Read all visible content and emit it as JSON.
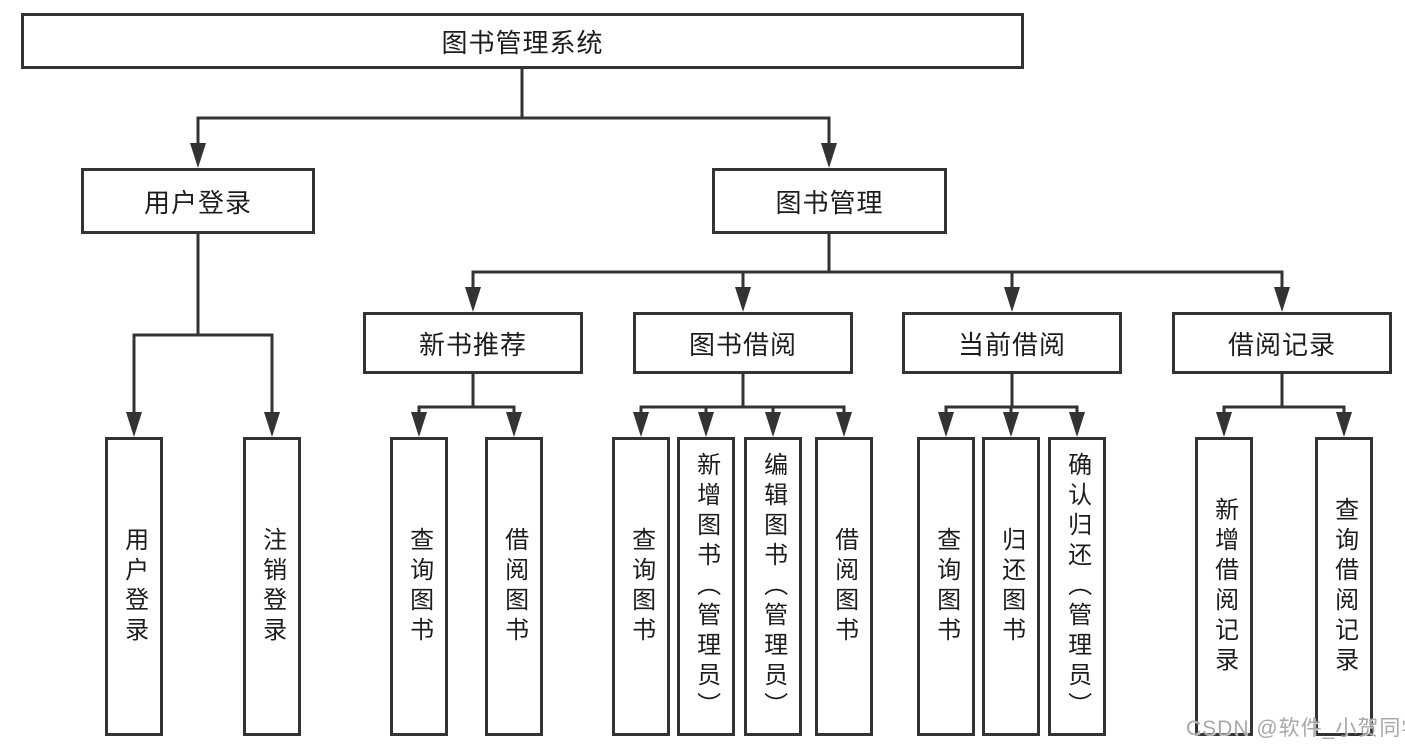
{
  "diagram": {
    "root": {
      "label": "图书管理系统"
    },
    "user_login": {
      "label": "用户登录",
      "children": [
        {
          "label": "用户登录"
        },
        {
          "label": "注销登录"
        }
      ]
    },
    "book_mgmt": {
      "label": "图书管理",
      "groups": [
        {
          "label": "新书推荐",
          "children": [
            {
              "label": "查询图书"
            },
            {
              "label": "借阅图书"
            }
          ]
        },
        {
          "label": "图书借阅",
          "children": [
            {
              "label": "查询图书"
            },
            {
              "label": "新增图书（管理员）"
            },
            {
              "label": "编辑图书（管理员）"
            },
            {
              "label": "借阅图书"
            }
          ]
        },
        {
          "label": "当前借阅",
          "children": [
            {
              "label": "查询图书"
            },
            {
              "label": "归还图书"
            },
            {
              "label": "确认归还（管理员）"
            }
          ]
        },
        {
          "label": "借阅记录",
          "children": [
            {
              "label": "新增借阅记录"
            },
            {
              "label": "查询借阅记录"
            }
          ]
        }
      ]
    }
  },
  "watermark": {
    "text": "CSDN @软件_小贺同学"
  },
  "colors": {
    "background": "#ffffff",
    "line": "#333333",
    "box_border": "#333333",
    "text": "#1d1d1d",
    "watermark": "#a3a3a3"
  }
}
